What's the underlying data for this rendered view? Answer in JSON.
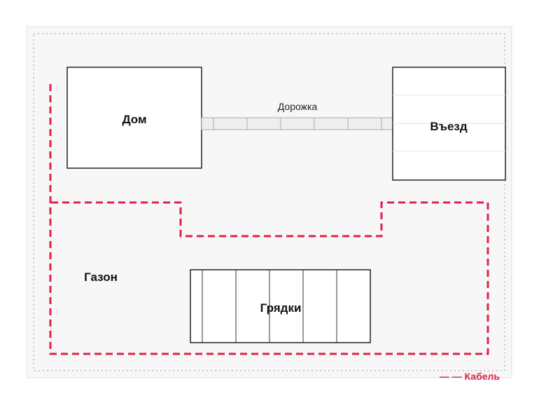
{
  "labels": {
    "house": "Дом",
    "driveway": "Въезд",
    "path": "Дорожка",
    "lawn": "Газон",
    "beds": "Грядки",
    "legend_cable": "— — Кабель"
  },
  "colors": {
    "cable": "#e0214a",
    "yard_fill": "#f7f7f7",
    "outline": "#222222"
  }
}
